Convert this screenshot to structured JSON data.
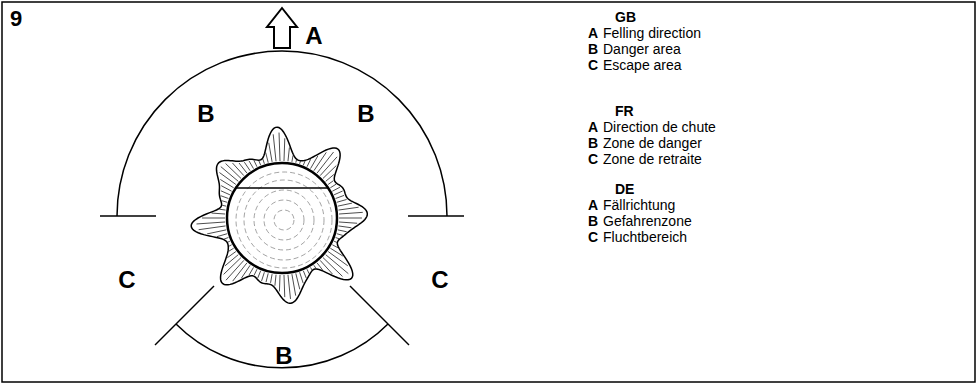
{
  "diagram": {
    "labels": [
      "9",
      "A",
      "B",
      "B",
      "C",
      "C",
      "B",
      "GB",
      "A",
      "Felling direction",
      "B",
      "Danger area",
      "C",
      "Escape area",
      "FR",
      "A",
      "Direction de chute",
      "B",
      "Zone de danger",
      "C",
      "Zone de retraite",
      "DE",
      "A",
      "Fällrichtung",
      "B",
      "Gefahrenzone",
      "C",
      "Fluchtbereich"
    ]
  }
}
